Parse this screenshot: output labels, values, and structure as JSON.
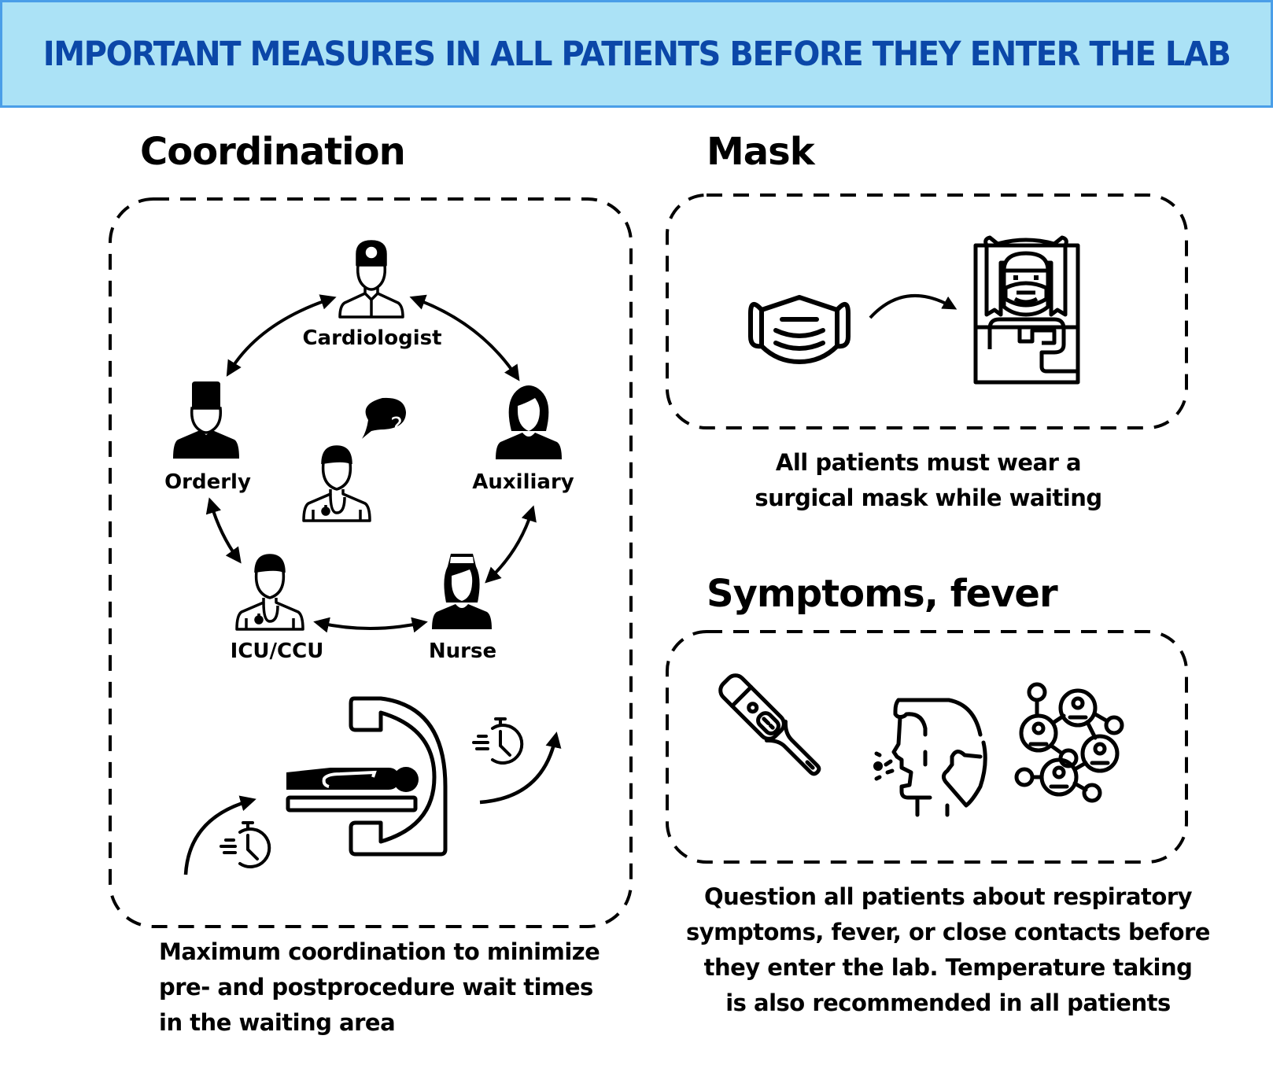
{
  "banner": {
    "title": "IMPORTANT MEASURES IN ALL PATIENTS BEFORE THEY ENTER THE LAB",
    "background_color": "#abe2f6",
    "border_color": "#4a9ee8",
    "text_color": "#0b47a8"
  },
  "coordination": {
    "title": "Coordination",
    "roles": [
      {
        "label": "Cardiologist",
        "icon": "cardiologist-icon"
      },
      {
        "label": "Auxiliary",
        "icon": "female-staff-icon"
      },
      {
        "label": "Nurse",
        "icon": "nurse-icon"
      },
      {
        "label": "ICU/CCU",
        "icon": "doctor-stethoscope-icon"
      },
      {
        "label": "Orderly",
        "icon": "orderly-icon"
      }
    ],
    "center_icon": "doctor-question-icon",
    "center_bubble_text": "?",
    "procedure_icons": [
      "stopwatch-icon",
      "cath-lab-c-arm-icon",
      "stopwatch-icon"
    ],
    "caption": [
      "Maximum coordination to minimize",
      "pre- and postprocedure wait times",
      "in the waiting area"
    ]
  },
  "mask": {
    "title": "Mask",
    "icons": [
      "surgical-mask-icon",
      "arrow-icon",
      "masked-patient-in-bed-icon"
    ],
    "caption": [
      "All patients must wear a",
      "surgical mask while waiting"
    ]
  },
  "symptoms": {
    "title": "Symptoms, fever",
    "icons": [
      "thermometer-icon",
      "cough-icon",
      "contact-network-icon"
    ],
    "caption": [
      "Question all patients about respiratory",
      "symptoms, fever, or close contacts before",
      "they enter the lab. Temperature taking",
      "is also recommended in all patients"
    ]
  }
}
